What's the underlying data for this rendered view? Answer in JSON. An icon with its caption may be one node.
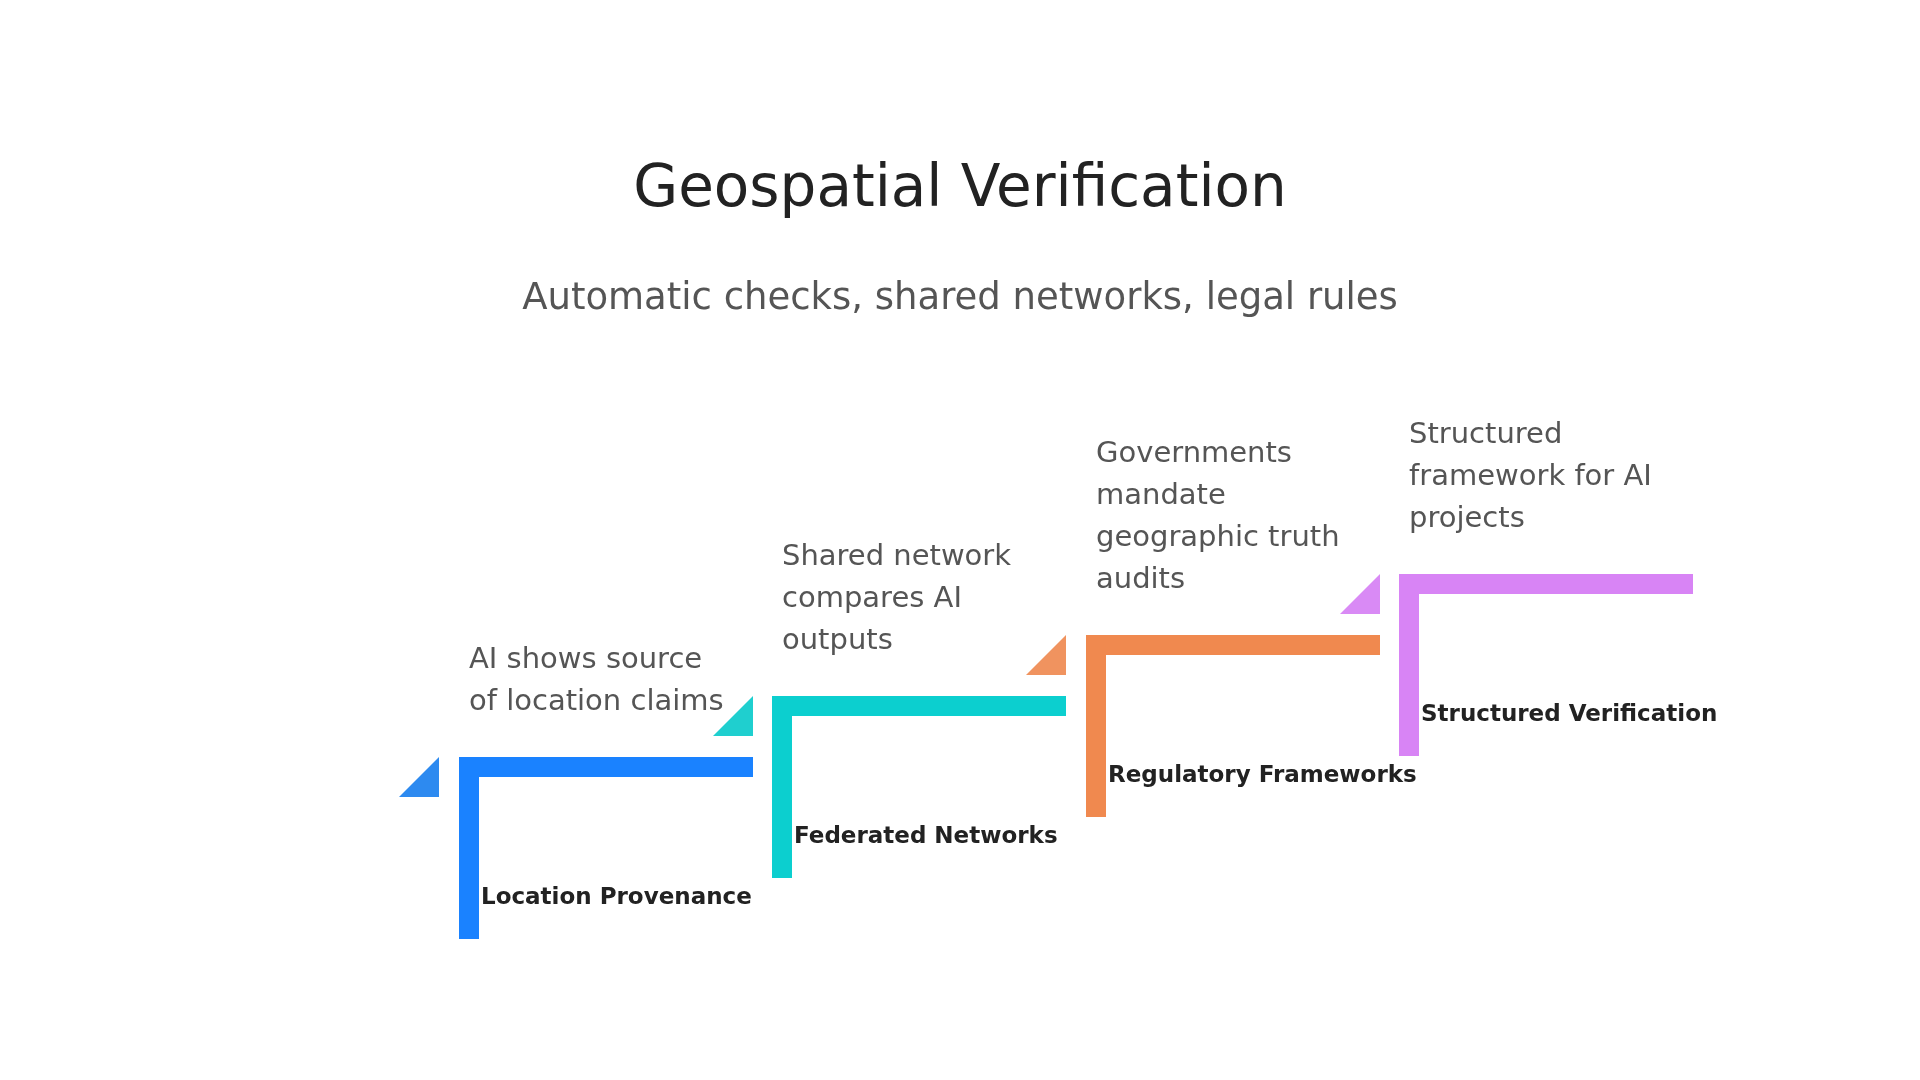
{
  "diagram": {
    "title": "Geospatial Verification",
    "caption": "Automatic checks, shared networks, legal rules",
    "nodes": [
      {
        "text": [
          "AI shows source of location claims",
          "Location Provenance"
        ]
      },
      {
        "text": [
          "Shared network compares AI outputs",
          "Federated Networks"
        ]
      },
      {
        "text": [
          "Governments mandate geographic truth audits",
          "Regulatory Frameworks"
        ]
      },
      {
        "text": [
          "Structured framework for AI projects",
          "Structured Verification"
        ]
      }
    ],
    "edges": [
      {
        "from": 0,
        "to": null,
        "arrow": "to"
      },
      {
        "from": 1,
        "to": 0,
        "arrow": "to"
      },
      {
        "from": 2,
        "to": 1,
        "arrow": "to"
      },
      {
        "from": 3,
        "to": 2,
        "arrow": "to"
      }
    ]
  }
}
